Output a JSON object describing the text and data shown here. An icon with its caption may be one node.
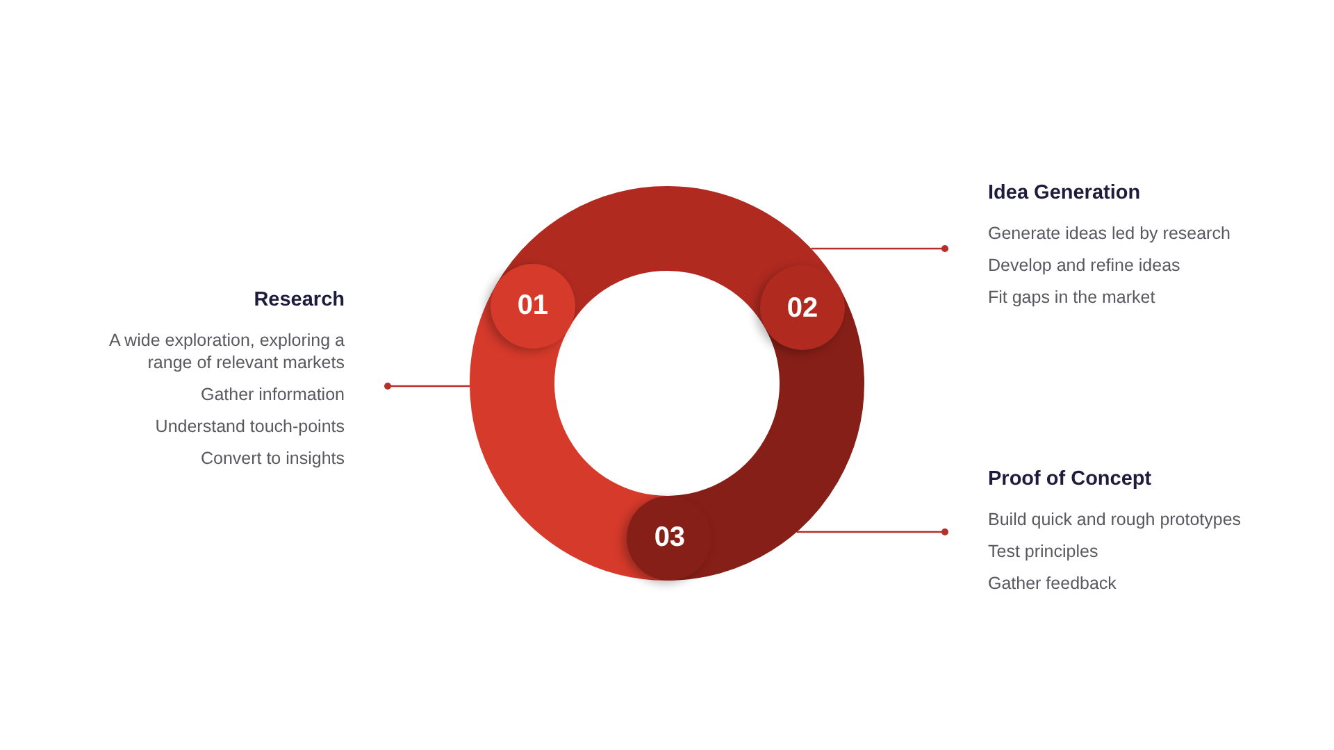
{
  "diagram": {
    "nodes": [
      {
        "text": [],
        "shape": "circle"
      },
      {
        "text": [
          "01"
        ],
        "in": 0
      },
      {
        "text": [
          "02"
        ],
        "in": 0
      },
      {
        "text": [
          "03"
        ],
        "in": 0
      },
      {
        "text": [
          "Research",
          "A wide exploration, exploring a range of relevant markets",
          "Gather information",
          "Understand touch-points",
          "Convert to insights"
        ]
      },
      {
        "text": [
          "Idea Generation",
          "Generate ideas led by research",
          "Develop and refine ideas",
          "Fit gaps in the market"
        ]
      },
      {
        "text": [
          "Proof of Concept",
          "Build quick and rough prototypes",
          "Test principles",
          "Gather feedback"
        ]
      }
    ],
    "edges": [
      {
        "from": 4,
        "to": 0,
        "arrow": "other"
      },
      {
        "from": 5,
        "to": 0,
        "arrow": "other"
      },
      {
        "from": 6,
        "to": 0,
        "arrow": "other"
      }
    ]
  }
}
